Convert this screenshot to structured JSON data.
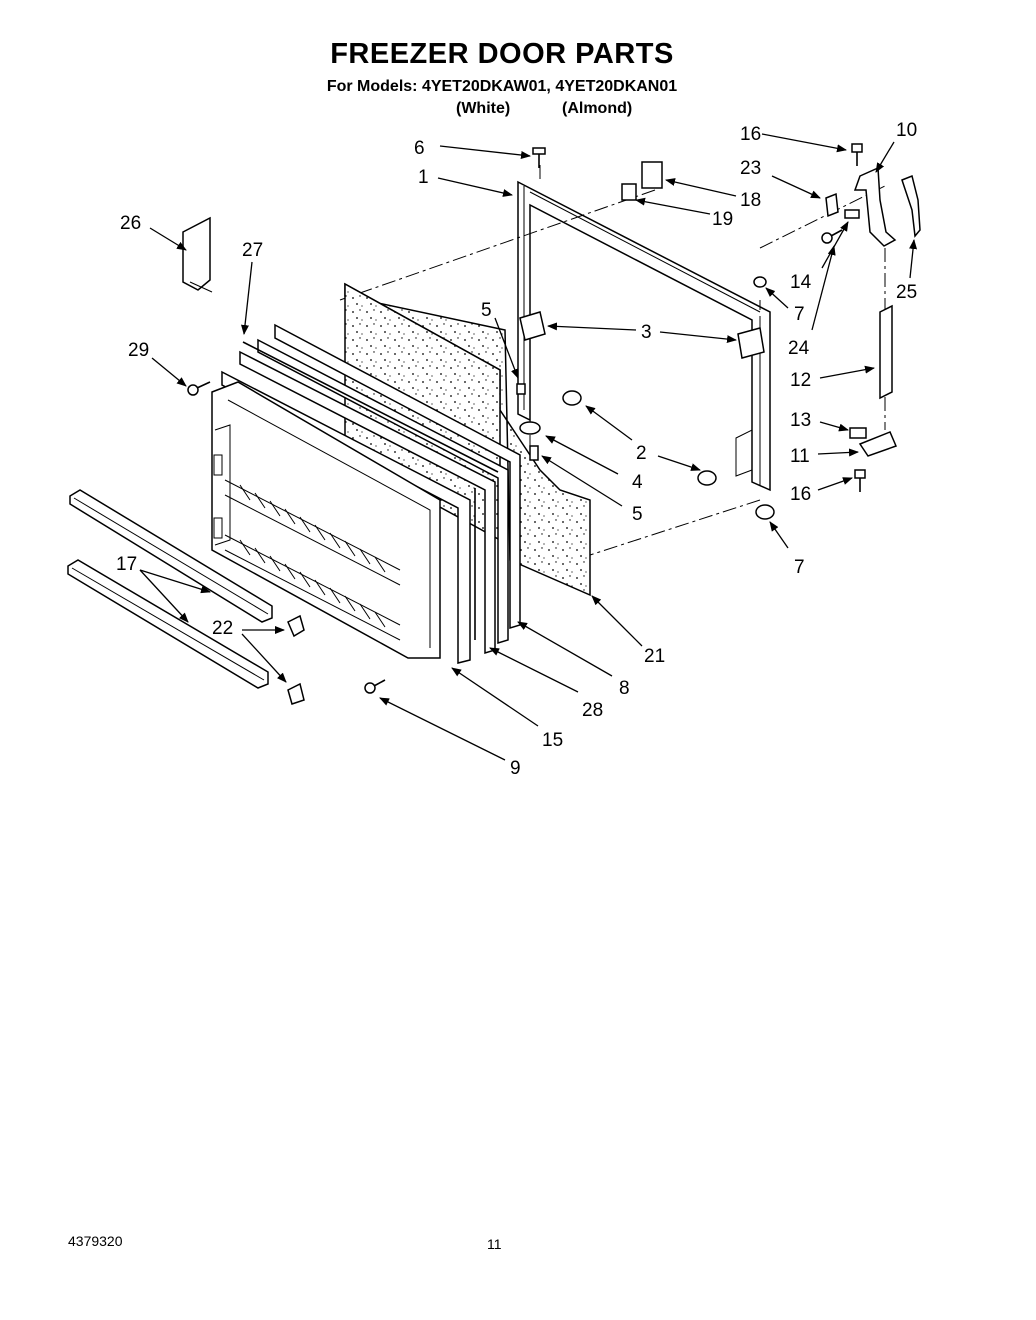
{
  "header": {
    "title": "FREEZER DOOR PARTS",
    "models_line": "For Models: 4YET20DKAW01, 4YET20DKAN01",
    "variant_white": "(White)",
    "variant_almond": "(Almond)"
  },
  "footer": {
    "document_number": "4379320",
    "page_number": "11"
  },
  "callouts": [
    {
      "id": "c1",
      "label": "1"
    },
    {
      "id": "c2",
      "label": "2"
    },
    {
      "id": "c3",
      "label": "3"
    },
    {
      "id": "c4",
      "label": "4"
    },
    {
      "id": "c5a",
      "label": "5"
    },
    {
      "id": "c5b",
      "label": "5"
    },
    {
      "id": "c6",
      "label": "6"
    },
    {
      "id": "c7a",
      "label": "7"
    },
    {
      "id": "c7b",
      "label": "7"
    },
    {
      "id": "c8",
      "label": "8"
    },
    {
      "id": "c9",
      "label": "9"
    },
    {
      "id": "c10",
      "label": "10"
    },
    {
      "id": "c11",
      "label": "11"
    },
    {
      "id": "c12",
      "label": "12"
    },
    {
      "id": "c13",
      "label": "13"
    },
    {
      "id": "c14",
      "label": "14"
    },
    {
      "id": "c15",
      "label": "15"
    },
    {
      "id": "c16a",
      "label": "16"
    },
    {
      "id": "c16b",
      "label": "16"
    },
    {
      "id": "c17",
      "label": "17"
    },
    {
      "id": "c18",
      "label": "18"
    },
    {
      "id": "c19",
      "label": "19"
    },
    {
      "id": "c21",
      "label": "21"
    },
    {
      "id": "c22",
      "label": "22"
    },
    {
      "id": "c23",
      "label": "23"
    },
    {
      "id": "c24",
      "label": "24"
    },
    {
      "id": "c25",
      "label": "25"
    },
    {
      "id": "c26",
      "label": "26"
    },
    {
      "id": "c27",
      "label": "27"
    },
    {
      "id": "c28",
      "label": "28"
    },
    {
      "id": "c29",
      "label": "29"
    }
  ]
}
